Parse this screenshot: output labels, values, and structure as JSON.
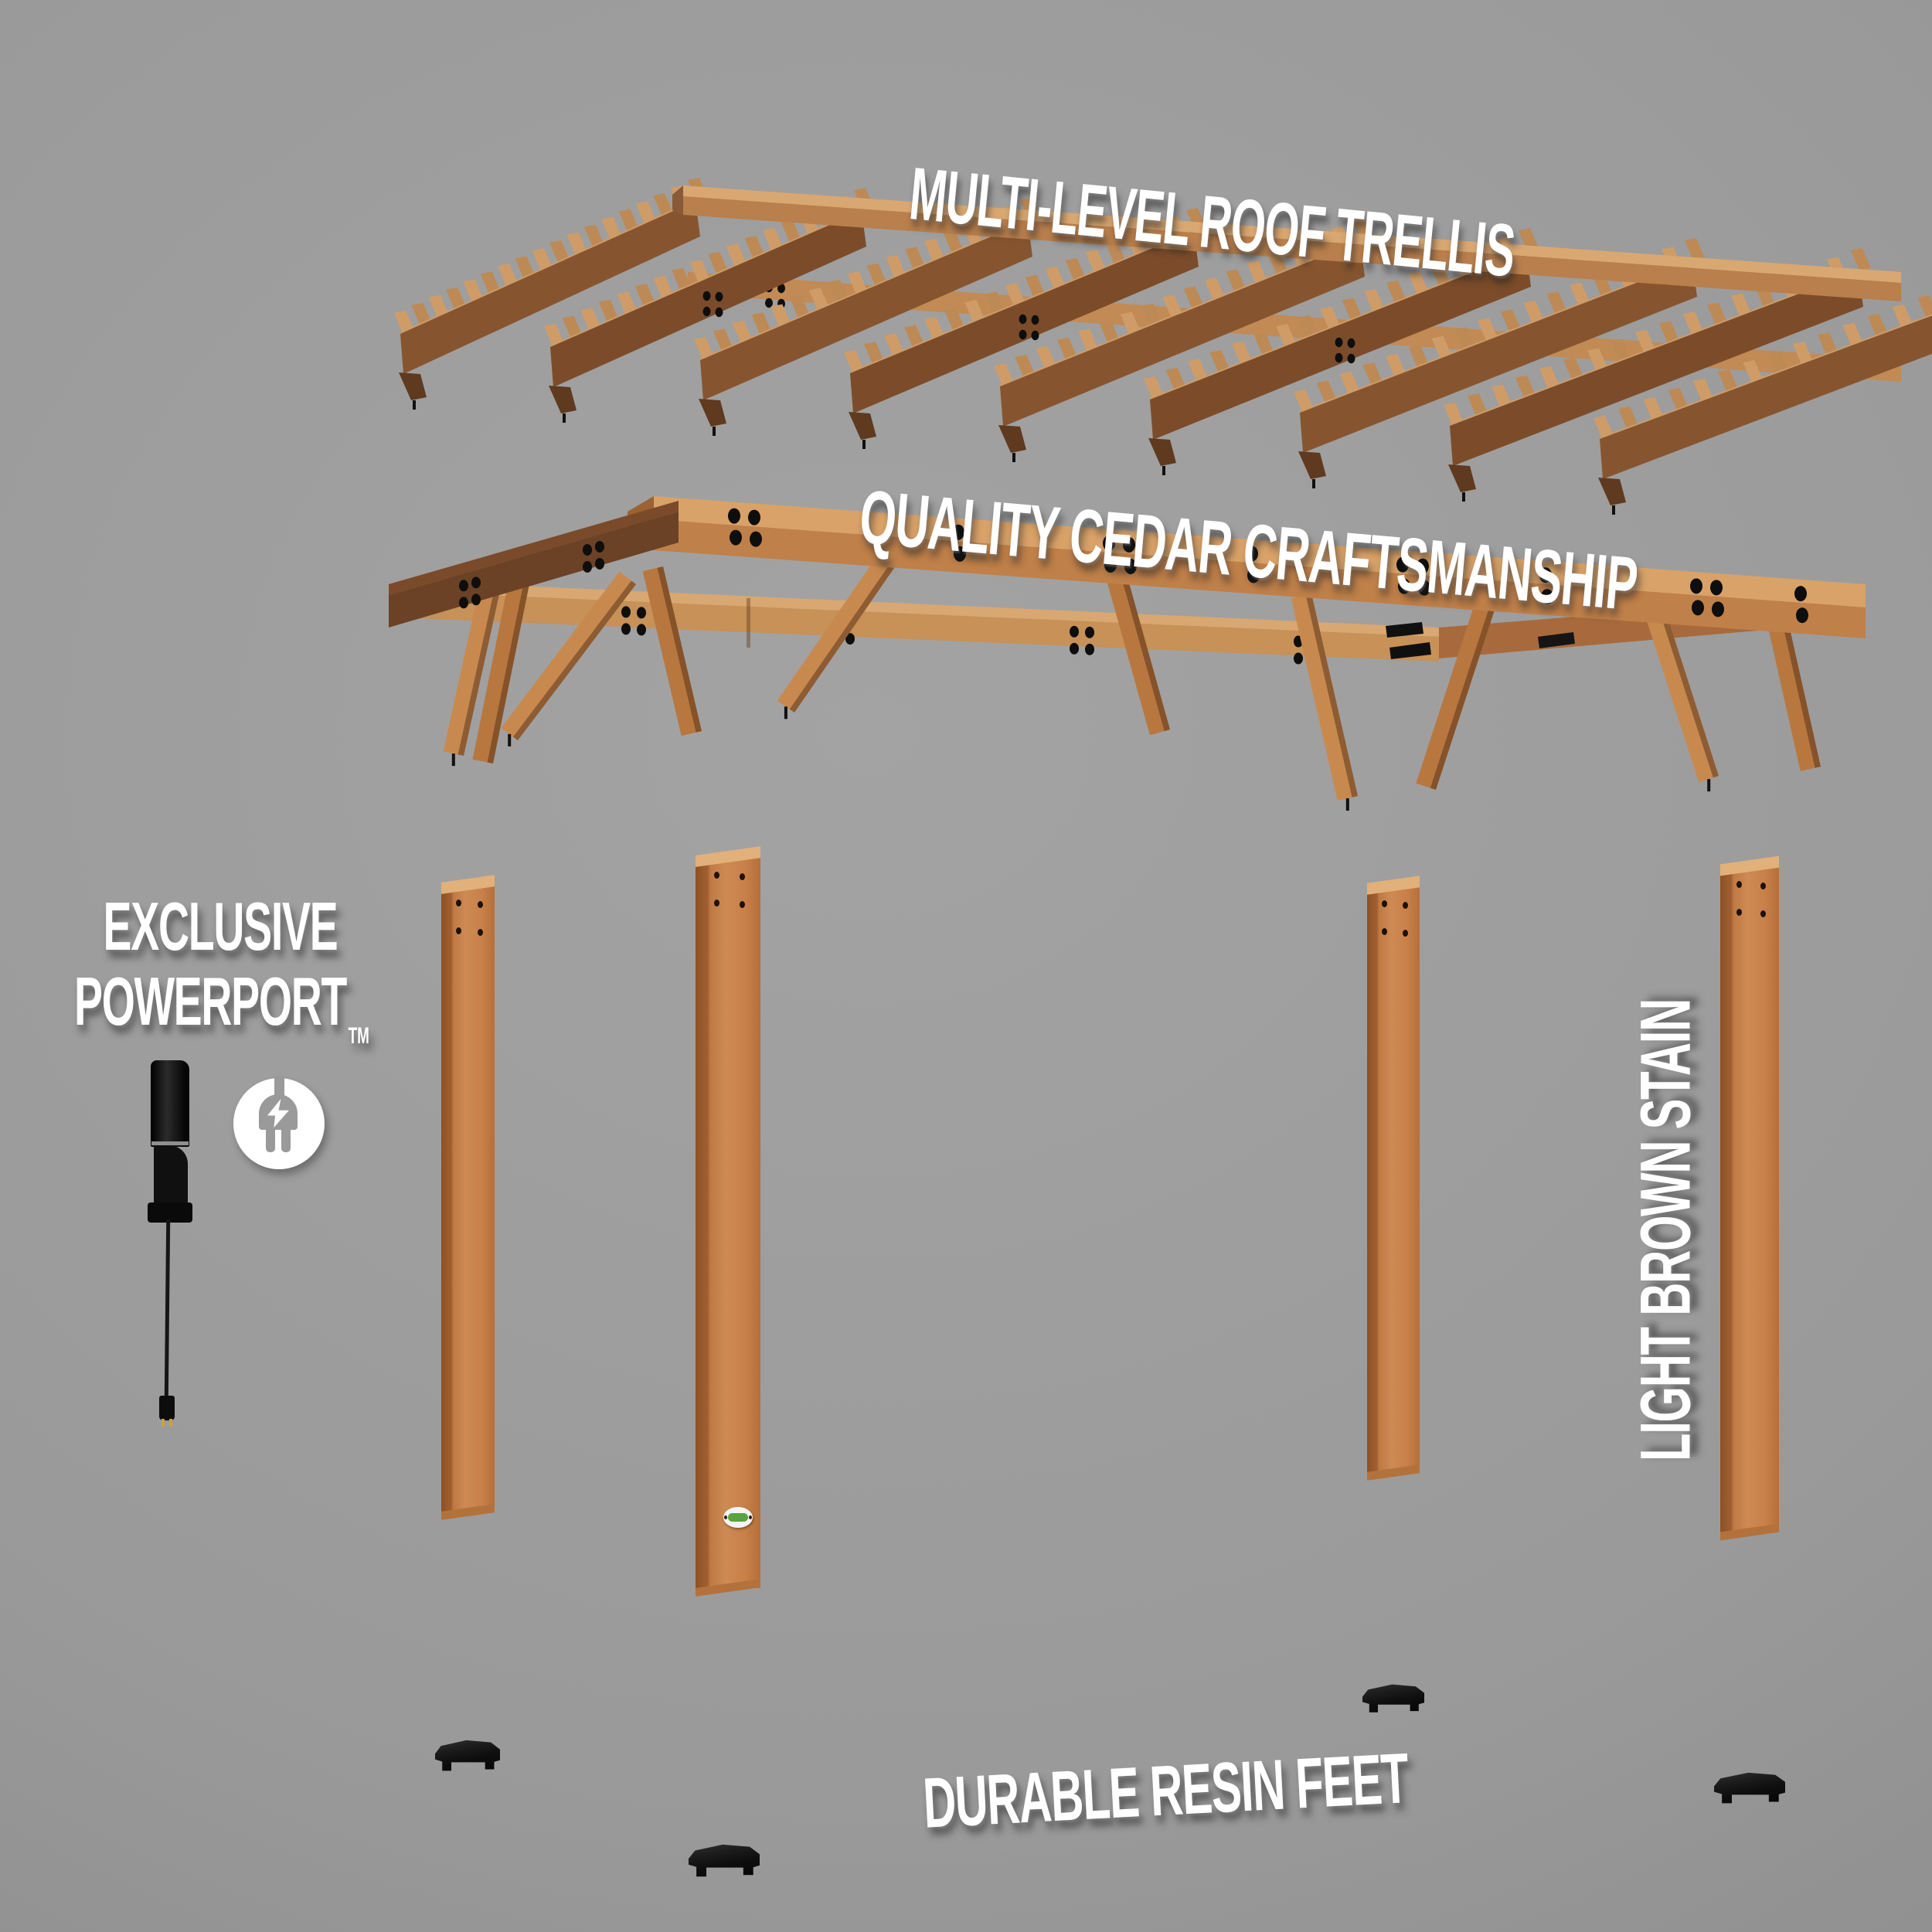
{
  "title": "Pergola exploded feature diagram",
  "labels": {
    "roof": "MULTI-LEVEL ROOF TRELLIS",
    "frame": "QUALITY CEDAR CRAFTSMANSHIP",
    "powerport_line1": "EXCLUSIVE",
    "powerport_line2": "POWERPORT",
    "powerport_tm": "TM",
    "stain": "LIGHT BROWN STAIN",
    "feet": "DURABLE RESIN FEET"
  },
  "icons": {
    "power_plug": "power-plug-with-lightning-bolt-in-circle"
  },
  "parts": {
    "posts_count": 4,
    "feet_count": 4,
    "rafter_rows": 9,
    "frame_braces": 10
  },
  "colors": {
    "background": "#9a9a9a",
    "text": "#ffffff",
    "wood": {
      "light": "#d9a771",
      "mid": "#c28a54",
      "front": "#b97f4c",
      "dark": "#8a5a36",
      "darker": "#6e4226",
      "deep": "#5f3a1f",
      "tooth_light": "#cf9c68",
      "tooth_mid": "#bd8a55",
      "face_a": "#7c4c2a",
      "face_b": "#86552f",
      "beam_top": "#d9a268",
      "beam_front": "#c08049",
      "rail_top": "#7a4a2a",
      "rail_front": "#6b4226",
      "brace_a": "#c8894f",
      "brace_b": "#b8773f"
    },
    "black_parts": "#0d0d0d",
    "badge_green": "#58a33e",
    "pin_gold": "#c9a23e"
  }
}
